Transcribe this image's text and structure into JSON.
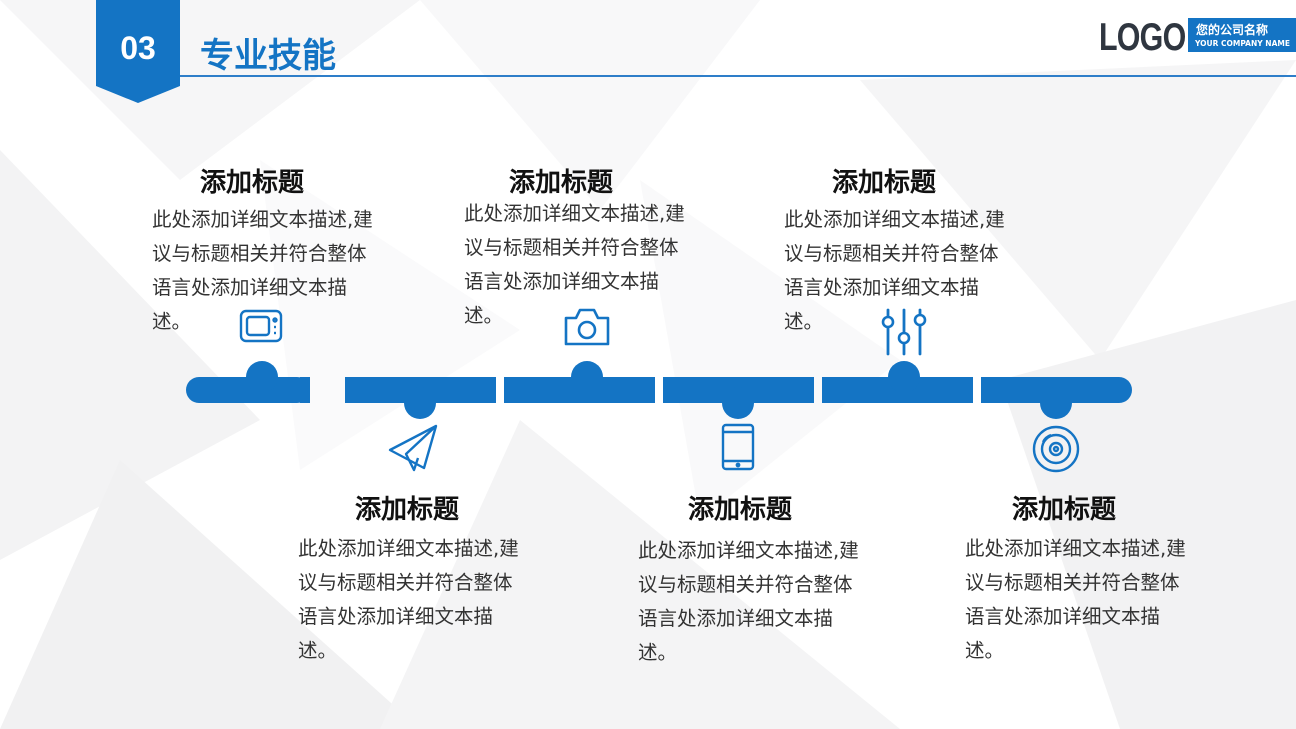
{
  "header": {
    "section_number": "03",
    "title": "专业技能",
    "logo_text": "LOGO",
    "company_name_cn": "您的公司名称",
    "company_name_en": "YOUR COMPANY NAME"
  },
  "colors": {
    "accent": "#1474c4",
    "text": "#333333",
    "title": "#111111"
  },
  "items": [
    {
      "title": "添加标题",
      "description": "此处添加详细文本描述,建议与标题相关并符合整体语言处添加详细文本描述。",
      "icon": "tv-icon"
    },
    {
      "title": "添加标题",
      "description": "此处添加详细文本描述,建议与标题相关并符合整体语言处添加详细文本描述。",
      "icon": "paper-plane-icon"
    },
    {
      "title": "添加标题",
      "description": "此处添加详细文本描述,建议与标题相关并符合整体语言处添加详细文本描述。",
      "icon": "camera-icon"
    },
    {
      "title": "添加标题",
      "description": "此处添加详细文本描述,建议与标题相关并符合整体语言处添加详细文本描述。",
      "icon": "tablet-icon"
    },
    {
      "title": "添加标题",
      "description": "此处添加详细文本描述,建议与标题相关并符合整体语言处添加详细文本描述。",
      "icon": "sliders-icon"
    },
    {
      "title": "添加标题",
      "description": "此处添加详细文本描述,建议与标题相关并符合整体语言处添加详细文本描述。",
      "icon": "disc-icon"
    }
  ]
}
